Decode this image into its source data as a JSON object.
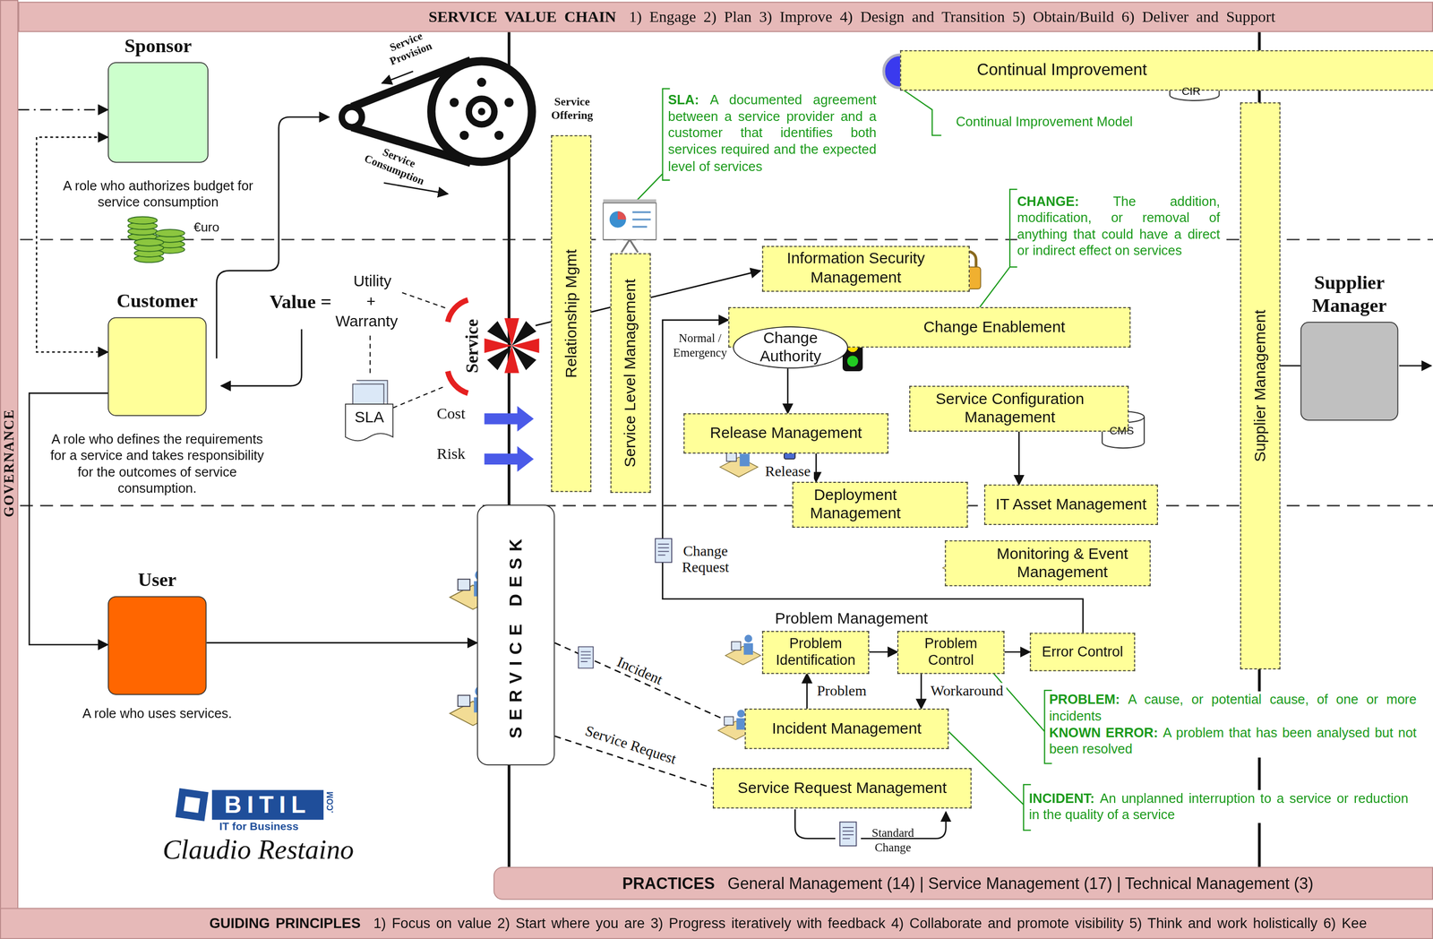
{
  "diagram": {
    "nodes": [
      {
        "text": [
          "SERVICE VALUE CHAIN",
          "1) Engage 2) Plan 3) Improve 4) Design and Transition 5) Obtain/Build 6) Deliver and Support"
        ]
      },
      {
        "text": [
          "GOVERNANCE"
        ]
      },
      {
        "text": [
          "PRACTICES",
          "General Management (14) | Service Management (17) | Technical Management (3)"
        ]
      },
      {
        "text": [
          "GUIDING PRINCIPLES",
          "1) Focus on value 2) Start where you are 3) Progress iteratively with feedback 4) Collaborate and promote visibility 5) Think and work holistically 6) Kee"
        ]
      },
      {
        "text": [
          "Sponsor",
          "A role who authorizes budget for service consumption"
        ]
      },
      {
        "text": [
          "Customer",
          "A role who defines the requirements for a service and takes responsibility for the outcomes of service consumption."
        ]
      },
      {
        "text": [
          "User",
          "A role who uses services."
        ]
      },
      {
        "text": [
          "SERVICE DESK"
        ]
      },
      {
        "text": [
          "Continual Improvement"
        ]
      },
      {
        "text": [
          "Relationship Mgmt"
        ]
      },
      {
        "text": [
          "Service Level Management"
        ]
      },
      {
        "text": [
          "Information Security Management"
        ]
      },
      {
        "text": [
          "Change Enablement"
        ]
      },
      {
        "text": [
          "Change Authority"
        ],
        "in": 12
      },
      {
        "text": [
          "Release Management"
        ]
      },
      {
        "text": [
          "Service Configuration Management"
        ]
      },
      {
        "text": [
          "Deployment Management"
        ]
      },
      {
        "text": [
          "IT Asset Management"
        ]
      },
      {
        "text": [
          "Monitoring & Event Management"
        ]
      },
      {
        "text": [
          "Problem Identification"
        ]
      },
      {
        "text": [
          "Problem Control"
        ]
      },
      {
        "text": [
          "Error Control"
        ]
      },
      {
        "text": [
          "Incident Management"
        ]
      },
      {
        "text": [
          "Service Request Management"
        ]
      },
      {
        "text": [
          "Supplier Management"
        ]
      },
      {
        "text": [
          "Supplier Manager"
        ]
      }
    ],
    "edges": [
      {
        "from": 1,
        "to": 4,
        "arrow": "to"
      },
      {
        "from": 4,
        "to": 5,
        "arrow": "both"
      },
      {
        "from": 5,
        "to": 6,
        "arrow": "to"
      },
      {
        "from": 6,
        "to": 7,
        "arrow": "to"
      },
      {
        "from": 7,
        "to": 22,
        "label": "Incident",
        "arrow": "none"
      },
      {
        "from": 7,
        "to": 23,
        "label": "Service Request",
        "arrow": "none"
      },
      {
        "from": 13,
        "to": 14,
        "arrow": "to"
      },
      {
        "from": 14,
        "to": 16,
        "label": "Release",
        "arrow": "to"
      },
      {
        "from": 15,
        "to": 17,
        "arrow": "to"
      },
      {
        "from": 19,
        "to": 20,
        "arrow": "to"
      },
      {
        "from": 20,
        "to": 21,
        "arrow": "to"
      },
      {
        "from": 22,
        "to": 19,
        "label": "Problem",
        "arrow": "to"
      },
      {
        "from": 20,
        "to": 22,
        "label": "Workaround",
        "arrow": "to"
      },
      {
        "from": 21,
        "to": 12,
        "label": "Change Request",
        "arrow": "to"
      },
      {
        "from": 24,
        "to": 25,
        "arrow": "none"
      }
    ],
    "labels": [
      "Service Provision",
      "Service Consumption",
      "Service Offering",
      "€uro",
      "Value =",
      "Utility",
      "+",
      "Warranty",
      "Service",
      "SLA",
      "Cost",
      "Risk",
      "SLA:",
      "A documented agreement between a service provider and a customer that identifies both services required and the expected level of services",
      "CHANGE:",
      "The addition, modification, or removal of anything that could have a direct or indirect effect on services",
      "CIR",
      "Continual Improvement Model",
      "Normal / Emergency",
      "CMS",
      "Problem Management",
      "PROBLEM:",
      "A cause, or potential cause, of one or more incidents",
      "KNOWN ERROR:",
      "A problem that has been analysed but not been resolved",
      "INCIDENT:",
      "An unplanned interruption to a service or reduction in the quality of a service",
      "Standard Change",
      "BITIL",
      ".COM",
      "IT for Business",
      "Claudio Restaino"
    ]
  }
}
